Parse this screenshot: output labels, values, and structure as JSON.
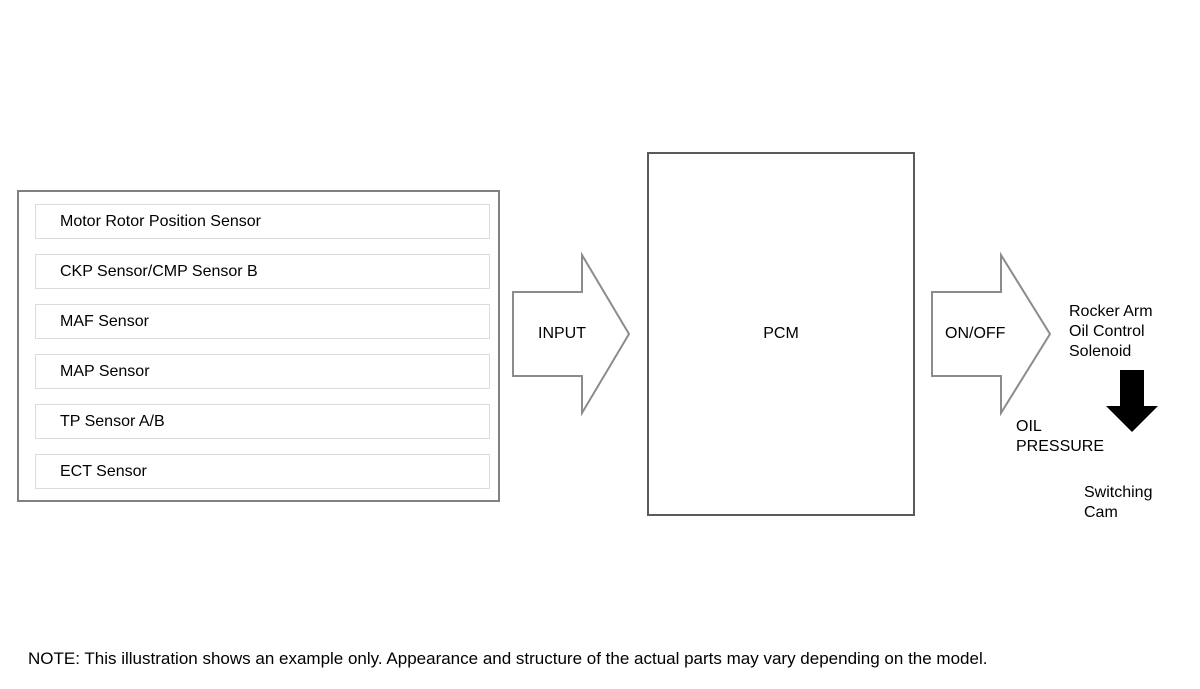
{
  "diagram": {
    "sensor_group": {
      "items": [
        {
          "label": "Motor Rotor Position Sensor"
        },
        {
          "label": "CKP Sensor/CMP Sensor B"
        },
        {
          "label": "MAF Sensor"
        },
        {
          "label": "MAP Sensor"
        },
        {
          "label": "TP Sensor A/B"
        },
        {
          "label": "ECT Sensor"
        }
      ]
    },
    "input_arrow": {
      "label": "INPUT"
    },
    "controller": {
      "label": "PCM"
    },
    "output_arrow": {
      "label": "ON/OFF"
    },
    "actuator": {
      "label": "Rocker Arm\nOil Control\nSolenoid"
    },
    "oil_pressure": {
      "label": "OIL\nPRESSURE"
    },
    "switching_cam": {
      "label": "Switching\nCam"
    },
    "note": {
      "text": "NOTE: This illustration shows an example only. Appearance and structure of the actual parts may vary depending on the model."
    },
    "colors": {
      "group_border": "#808080",
      "row_border": "#dcdcdc",
      "pcm_border": "#5a5a5a",
      "arrow_stroke": "#8c8c8c",
      "solid_arrow_fill": "#000000",
      "text": "#000000",
      "background": "#ffffff"
    }
  }
}
